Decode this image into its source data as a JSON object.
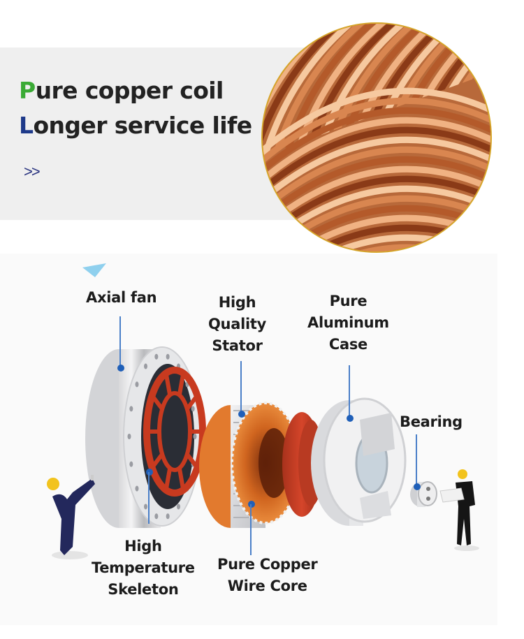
{
  "banner": {
    "line1": {
      "first_letter": "P",
      "rest": "ure copper coil"
    },
    "line2": {
      "first_letter": "L",
      "rest": "onger service life"
    },
    "more_link": ">>",
    "colors": {
      "accent_green": "#3aaa35",
      "accent_navy": "#1e3a8a",
      "text": "#222222",
      "band": "#efefef",
      "coil_border": "#d6a629"
    },
    "coil_image": "copper-coil-closeup"
  },
  "diagram": {
    "title": "Motor exploded view",
    "labels": {
      "axial_fan": "Axial fan",
      "stator": [
        "High",
        "Quality",
        "Stator"
      ],
      "case": [
        "Pure",
        "Aluminum",
        "Case"
      ],
      "bearing": "Bearing",
      "skeleton": [
        "High",
        "Temperature",
        "Skeleton"
      ],
      "wire_core": [
        "Pure Copper",
        "Wire Core"
      ]
    },
    "leader_color": "#4a7fc8",
    "dot_color": "#1f5fb8",
    "figures": [
      "engineer-left",
      "engineer-right"
    ]
  }
}
